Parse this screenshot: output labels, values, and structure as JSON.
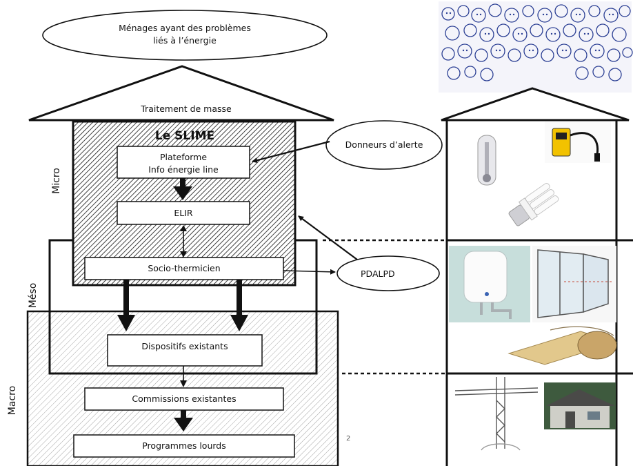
{
  "labels": {
    "households_line1": "Ménages ayant des problèmes",
    "households_line2": "liés à l’énergie",
    "mass_treatment": "Traitement de masse",
    "slime": "Le SLIME",
    "platform_line1": "Plateforme",
    "platform_line2": "Info énergie line",
    "elir": "ELIR",
    "socio": "Socio-thermicien",
    "donneurs": "Donneurs d’alerte",
    "pdalpd": "PDALPD",
    "dispositifs": "Dispositifs existants",
    "commissions": "Commissions  existantes",
    "programmes": "Programmes lourds",
    "micro": "Micro",
    "meso": "Méso",
    "macro": "Macro",
    "page_num": "2"
  },
  "icons": {
    "crowd": "crowd-sketch-icon",
    "thermometer": "thermometer-icon",
    "meter": "energy-meter-icon",
    "bulb": "cfl-bulb-icon",
    "boiler": "water-heater-icon",
    "window": "window-icon",
    "insulation": "insulation-roll-icon",
    "crane": "crane-icon",
    "house": "house-photo-icon"
  }
}
